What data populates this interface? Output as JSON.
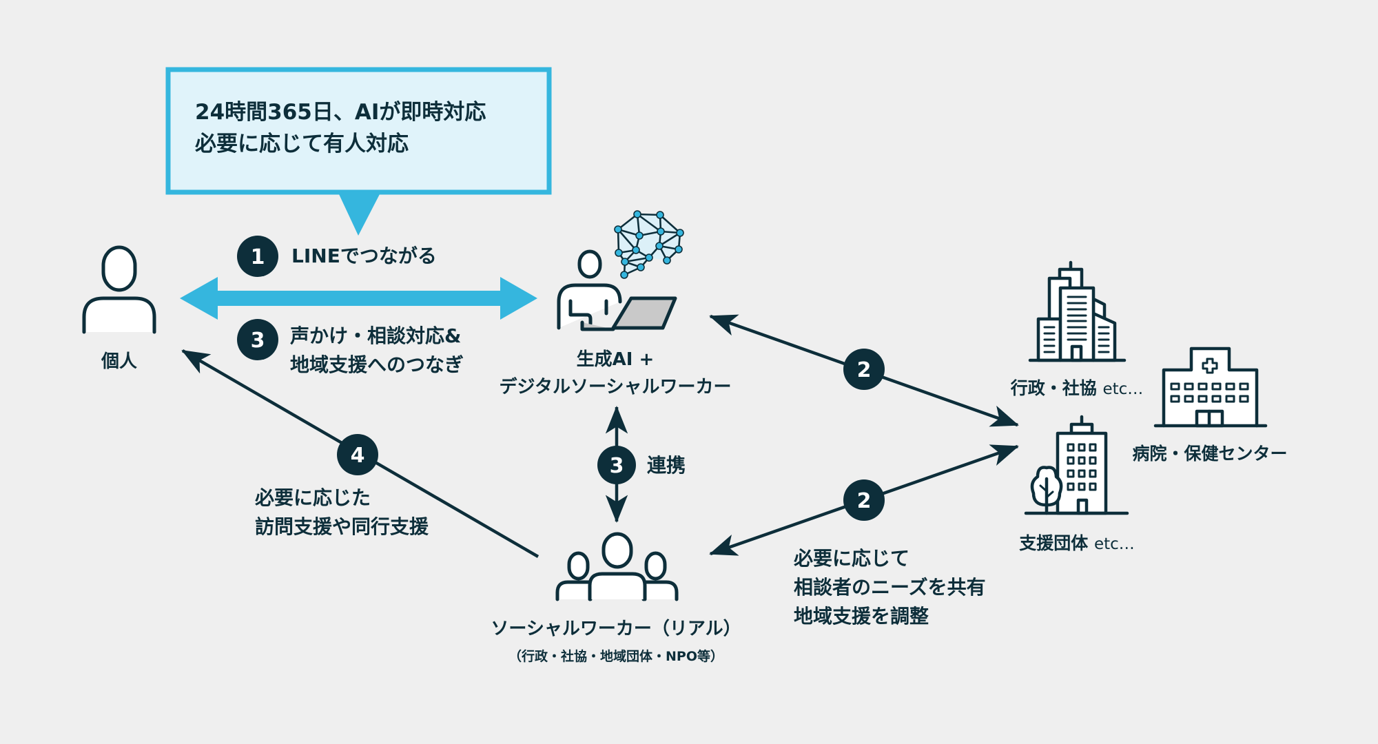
{
  "callout": {
    "line1": "24時間365日、AIが即時対応",
    "line2": "必要に応じて有人対応"
  },
  "steps": {
    "s1": {
      "number": "1",
      "text": "LINEでつながる"
    },
    "s3a": {
      "number": "3",
      "line1": "声かけ・相談対応&",
      "line2": "地域支援へのつなぎ"
    },
    "s3b": {
      "number": "3",
      "text": "連携"
    },
    "s4": {
      "number": "4",
      "line1": "必要に応じた",
      "line2": "訪問支援や同行支援"
    },
    "s2a": {
      "number": "2"
    },
    "s2b": {
      "number": "2",
      "line1": "必要に応じて",
      "line2": "相談者のニーズを共有",
      "line3": "地域支援を調整"
    }
  },
  "nodes": {
    "individual": {
      "label": "個人",
      "icon": "person-icon"
    },
    "ai_worker": {
      "line1": "生成AI +",
      "line2": "デジタルソーシャルワーカー",
      "icon": "person-laptop-ai-icon"
    },
    "real_worker": {
      "line1": "ソーシャルワーカー（リアル）",
      "line2": "（行政・社協・地域団体・NPO等）",
      "icon": "group-people-icon"
    },
    "government": {
      "label": "行政・社協",
      "etc": "etc…",
      "icon": "office-buildings-icon"
    },
    "hospital": {
      "label": "病院・保健センター",
      "icon": "hospital-icon"
    },
    "support_org": {
      "label": "支援団体",
      "etc": "etc…",
      "icon": "building-tree-icon"
    }
  },
  "colors": {
    "background": "#efefef",
    "ink": "#0d2e3a",
    "accent": "#35b6de",
    "callout_fill": "#e0f3fa",
    "brain_fill": "#dcf0f8",
    "laptop_gray": "#c9c9c9"
  }
}
